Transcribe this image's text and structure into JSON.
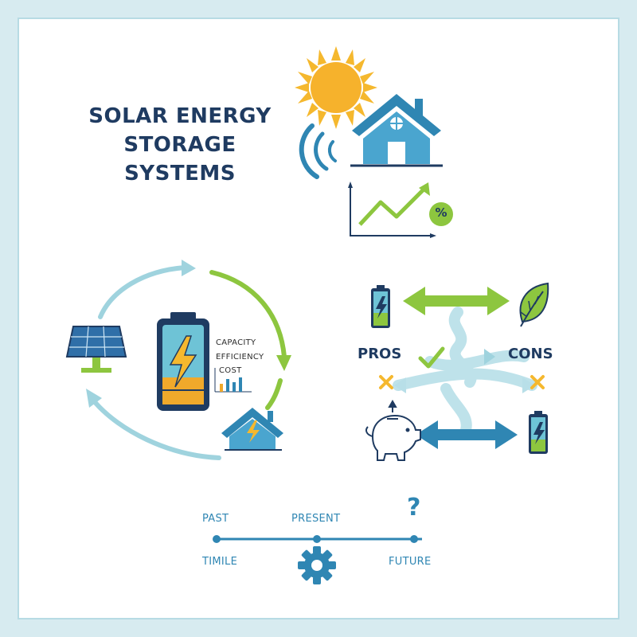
{
  "title": {
    "line1": "SOLAR ENERGY",
    "line2": "STORAGE",
    "line3": "SYSTEMS"
  },
  "battery_metrics": {
    "capacity": "CAPACITY",
    "efficiency": "EFFICIENCY",
    "cost": "COST"
  },
  "growth_chart": {
    "percent_symbol": "%"
  },
  "pros_cons": {
    "pros": "PROS",
    "cons": "CONS"
  },
  "timeline": {
    "past": "PAST",
    "present": "PRESENT",
    "question": "?",
    "timeline_label": "TIMILE",
    "future": "FUTURE"
  },
  "colors": {
    "navy": "#1f3b61",
    "blue": "#2f86b3",
    "light_blue": "#9fd3de",
    "green": "#8dc63f",
    "yellow": "#f5b82e",
    "orange": "#f0a92b"
  }
}
